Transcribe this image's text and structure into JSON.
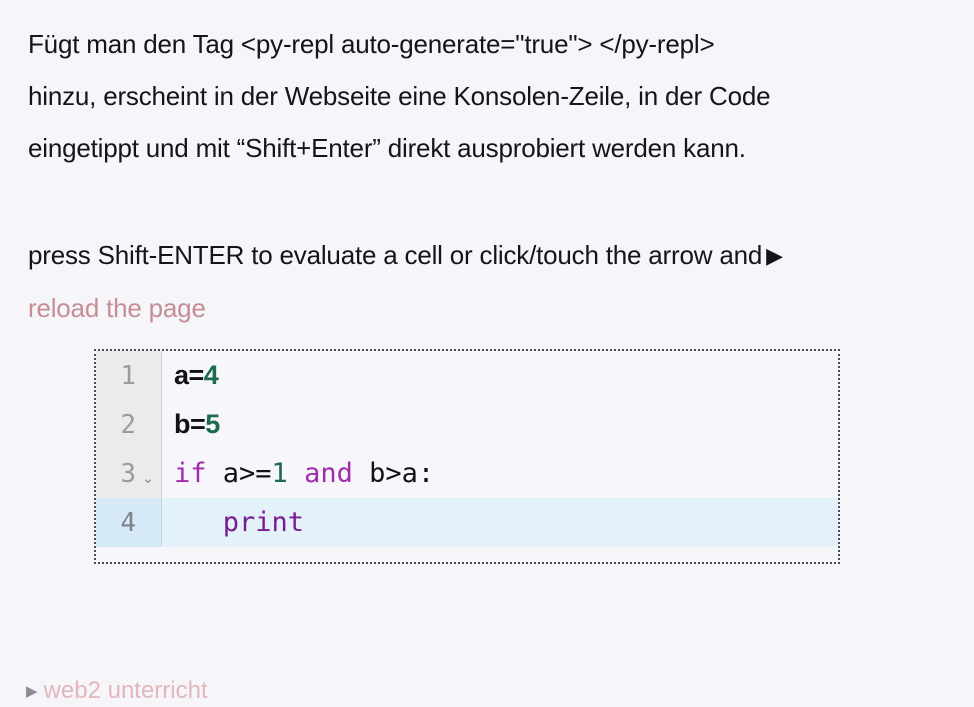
{
  "page": {
    "background_color": "#f5f5fa",
    "text_color": "#14141a"
  },
  "prose": {
    "line1": "Fügt man den Tag <py-repl auto-generate=\"true\"> </py-repl>",
    "line2": "hinzu, erscheint in der Webseite eine Konsolen-Zeile, in der Code",
    "line3": "eingetippt und mit “Shift+Enter” direkt ausprobiert werden kann."
  },
  "repl_note": {
    "main": "press Shift-ENTER to evaluate a cell or click/touch the arrow and",
    "run_arrow_icon": "▶",
    "reload_text": "reload the page",
    "reload_color": "#c58e95"
  },
  "editor": {
    "border_style": "dotted",
    "border_color": "#4a4a52",
    "background": "#f7f7fb",
    "gutter_background": "#ebebeb",
    "active_line_background": "#e2f2f8",
    "active_gutter_background": "#d6e9f6",
    "fold_icon": "⌄",
    "active_line_number": "4",
    "lines": [
      {
        "number": "1",
        "foldable": false,
        "font": "prop",
        "tokens": [
          {
            "text": "a=",
            "type": "plain"
          },
          {
            "text": "4",
            "type": "num"
          }
        ]
      },
      {
        "number": "2",
        "foldable": false,
        "font": "prop",
        "tokens": [
          {
            "text": "b=",
            "type": "plain"
          },
          {
            "text": "5",
            "type": "num"
          }
        ]
      },
      {
        "number": "3",
        "foldable": true,
        "font": "mono",
        "tokens": [
          {
            "text": "if",
            "type": "kw"
          },
          {
            "text": " a>=",
            "type": "plain"
          },
          {
            "text": "1",
            "type": "num"
          },
          {
            "text": " ",
            "type": "plain"
          },
          {
            "text": "and",
            "type": "kw"
          },
          {
            "text": " b>a:",
            "type": "plain"
          }
        ]
      },
      {
        "number": "4",
        "foldable": false,
        "font": "mono",
        "active": true,
        "tokens": [
          {
            "text": "   ",
            "type": "plain"
          },
          {
            "text": "print",
            "type": "fn"
          }
        ]
      }
    ]
  },
  "footer": {
    "triangle_icon": "▶",
    "label": "web2 unterricht"
  }
}
